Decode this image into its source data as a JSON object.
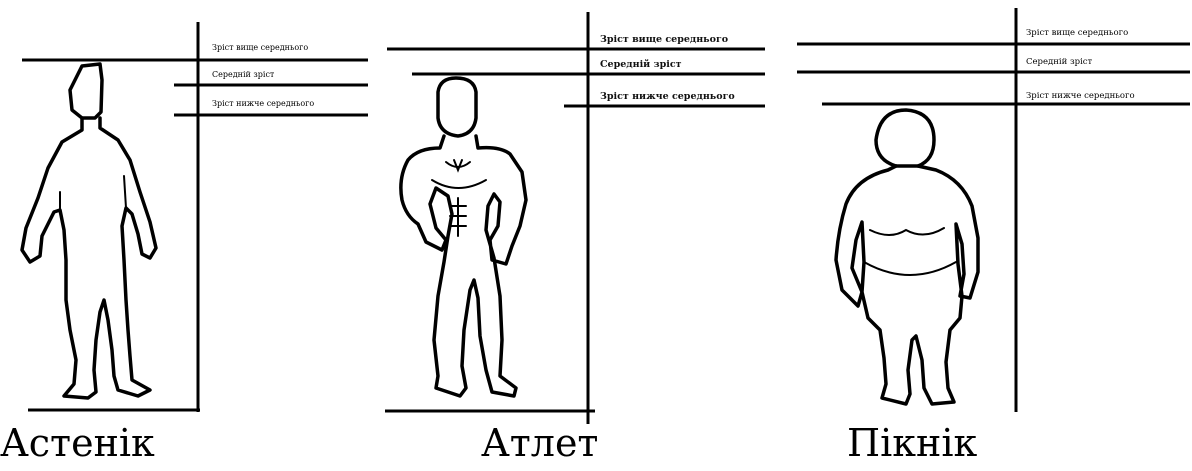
{
  "panels": [
    {
      "caption": "Астенік",
      "heights": [
        "Зріст вище середнього",
        "Середній зріст",
        "Зріст нижче середнього"
      ]
    },
    {
      "caption": "Атлет",
      "heights": [
        "Зріст вище середнього",
        "Середній зріст",
        "Зріст нижче середнього"
      ]
    },
    {
      "caption": "Пікнік",
      "heights": [
        "Зріст вище середнього",
        "Середній зріст",
        "Зріст нижче середнього"
      ]
    }
  ]
}
